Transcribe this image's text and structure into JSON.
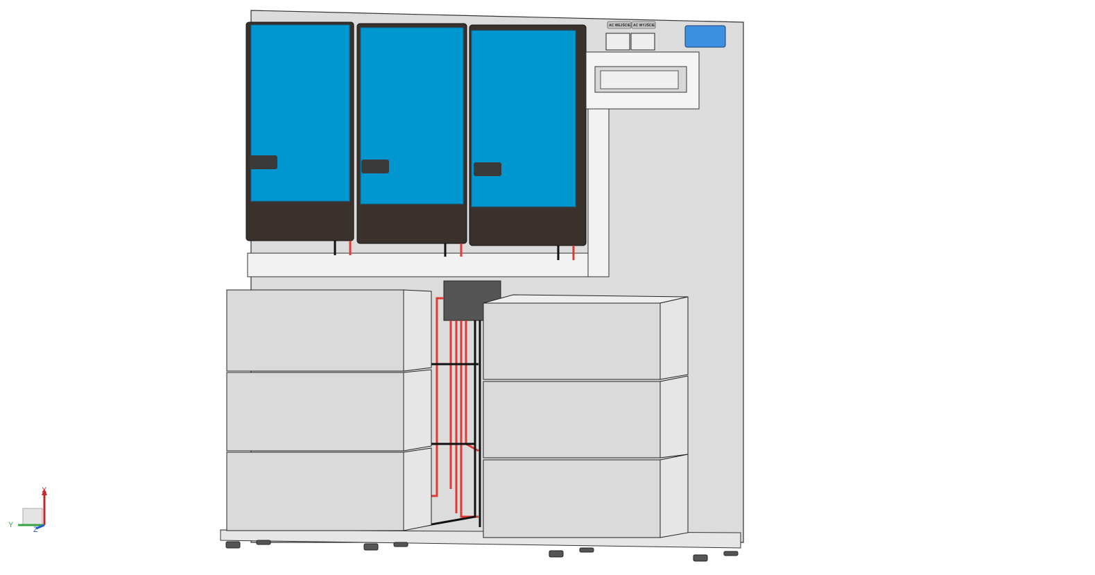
{
  "model": {
    "terminal_labels": [
      "AC WEJŚCIE",
      "AC WYJŚCIE"
    ],
    "inverter_count": 3,
    "battery_count": 6
  },
  "triad": {
    "x_label": "X",
    "y_label": "Y",
    "z_label": "Z"
  },
  "colors": {
    "inverter_blue": "#0097d1",
    "inverter_dark": "#3a302c",
    "panel": "#dcdcdc",
    "battery": "#dadada",
    "cable_red": "#e03a34",
    "cable_black": "#111111",
    "axis_x": "#c0282d",
    "axis_y": "#3aa040",
    "axis_z": "#1f5fd0"
  }
}
